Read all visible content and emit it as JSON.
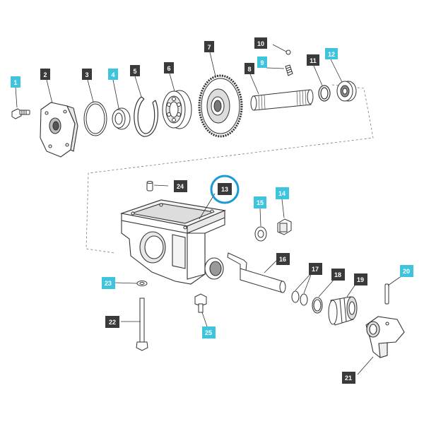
{
  "diagram": {
    "callouts": [
      {
        "id": "1",
        "style": "cyan"
      },
      {
        "id": "2",
        "style": "dark"
      },
      {
        "id": "3",
        "style": "dark"
      },
      {
        "id": "4",
        "style": "cyan"
      },
      {
        "id": "5",
        "style": "dark"
      },
      {
        "id": "6",
        "style": "dark"
      },
      {
        "id": "7",
        "style": "dark"
      },
      {
        "id": "8",
        "style": "dark"
      },
      {
        "id": "9",
        "style": "cyan"
      },
      {
        "id": "10",
        "style": "dark"
      },
      {
        "id": "11",
        "style": "dark"
      },
      {
        "id": "12",
        "style": "cyan"
      },
      {
        "id": "13",
        "style": "dark",
        "highlighted": true
      },
      {
        "id": "14",
        "style": "cyan"
      },
      {
        "id": "15",
        "style": "cyan"
      },
      {
        "id": "16",
        "style": "dark"
      },
      {
        "id": "17",
        "style": "dark"
      },
      {
        "id": "18",
        "style": "dark"
      },
      {
        "id": "19",
        "style": "dark"
      },
      {
        "id": "20",
        "style": "cyan"
      },
      {
        "id": "21",
        "style": "dark"
      },
      {
        "id": "22",
        "style": "dark"
      },
      {
        "id": "23",
        "style": "cyan"
      },
      {
        "id": "24",
        "style": "dark"
      },
      {
        "id": "25",
        "style": "cyan"
      }
    ],
    "colors": {
      "cyan": "#3fc4de",
      "dark": "#3a3a3a",
      "highlight_ring": "#1a9ad6",
      "line": "#333333",
      "dashed": "#777777"
    }
  }
}
